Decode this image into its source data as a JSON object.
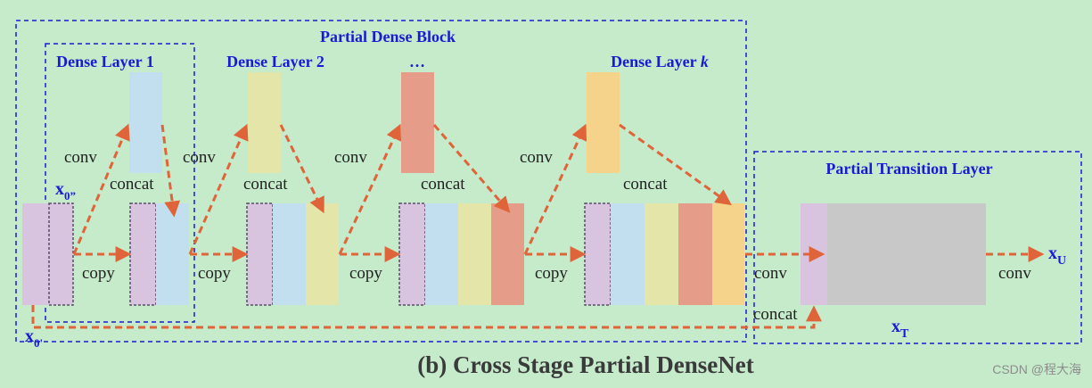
{
  "titles": {
    "block": "Partial Dense Block",
    "layer1": "Dense Layer 1",
    "layer2": "Dense Layer 2",
    "ellipsis": "…",
    "layerk_prefix": "Dense Layer ",
    "layerk_var": "k",
    "transition": "Partial Transition Layer"
  },
  "ops": {
    "conv": "conv",
    "concat": "concat",
    "copy": "copy"
  },
  "vars": {
    "x0pp": "x",
    "x0pp_sub": "0”",
    "x0p": "x",
    "x0p_sub": "0'",
    "xU": "x",
    "xU_sub": "U",
    "xT": "x",
    "xT_sub": "T"
  },
  "caption": "(b) Cross Stage Partial DenseNet",
  "watermark": "CSDN @程大海",
  "colors": {
    "background": "#c6ebcb",
    "purple": "#d9c4e0",
    "blue": "#c2dff0",
    "yellow": "#e4e6a9",
    "red": "#e59c88",
    "orange": "#f6d38a",
    "gray": "#c8c8c8",
    "arrow": "#e0643a",
    "dashed_box": "#1a1ad6"
  }
}
